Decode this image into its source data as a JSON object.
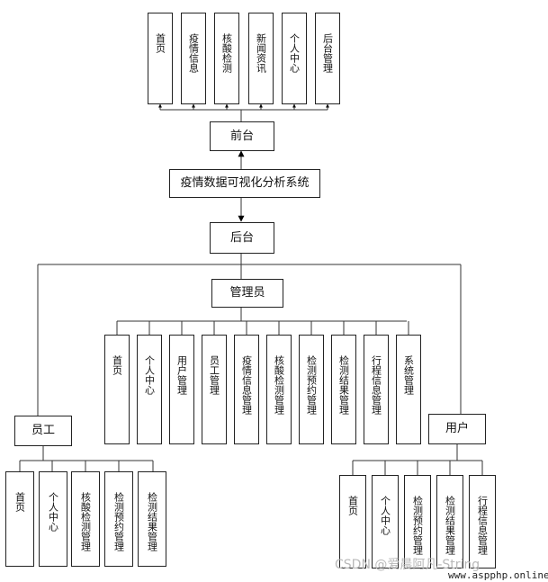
{
  "center": "疫情数据可视化分析系统",
  "frontend": {
    "label": "前台",
    "children": [
      "首页",
      "疫情信息",
      "核酸检测",
      "新闻资讯",
      "个人中心",
      "后台管理"
    ]
  },
  "backend": {
    "label": "后台"
  },
  "admin": {
    "label": "管理员",
    "children": [
      "首页",
      "个人中心",
      "用户管理",
      "员工管理",
      "疫情信息管理",
      "核酸检测管理",
      "检测预约管理",
      "检测结果管理",
      "行程信息管理",
      "系统管理"
    ]
  },
  "staff": {
    "label": "员工",
    "children": [
      "首页",
      "个人中心",
      "核酸检测管理",
      "检测预约管理",
      "检测结果管理"
    ]
  },
  "user": {
    "label": "用户",
    "children": [
      "首页",
      "个人中心",
      "检测预约管理",
      "检测结果管理",
      "行程信息管理"
    ]
  },
  "watermark": "CSDN @爱晨阿凡-String",
  "site_mark": "www.aspphp.online"
}
